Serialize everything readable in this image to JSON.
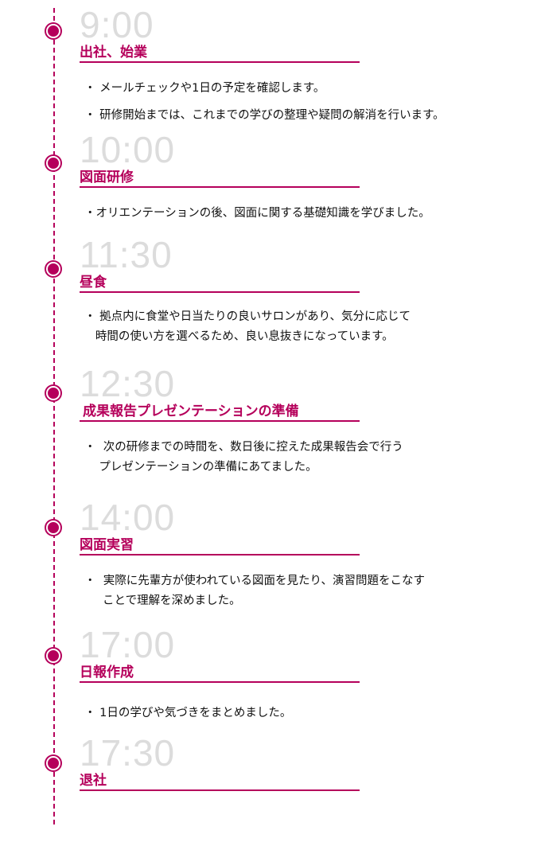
{
  "accent_color": "#b5005b",
  "entries": [
    {
      "time": "9:00",
      "title": "出社、始業",
      "bullets": [
        "・ メールチェックや1日の予定を確認します。",
        "・ 研修開始までは、これまでの学びの整理や疑問の解消を行います。"
      ]
    },
    {
      "time": "10:00",
      "title": "図面研修",
      "bullets": [
        "・オリエンテーションの後、図面に関する基礎知識を学びました。"
      ]
    },
    {
      "time": "11:30",
      "title": "昼食",
      "bullets": [
        "・ 拠点内に食堂や日当たりの良いサロンがあり、気分に応じて",
        "   時間の使い方を選べるため、良い息抜きになっています。"
      ]
    },
    {
      "time": "12:30",
      "title": "成果報告プレゼンテーションの準備",
      "bullets": [
        "・  次の研修までの時間を、数日後に控えた成果報告会で行う",
        "    プレゼンテーションの準備にあてました。"
      ]
    },
    {
      "time": "14:00",
      "title": "図面実習",
      "bullets": [
        "・  実際に先輩方が使われている図面を見たり、演習問題をこなす",
        "     ことで理解を深めました。"
      ]
    },
    {
      "time": "17:00",
      "title": "日報作成",
      "bullets": [
        "・ 1日の学びや気づきをまとめました。"
      ]
    },
    {
      "time": "17:30",
      "title": "退社",
      "bullets": []
    }
  ]
}
